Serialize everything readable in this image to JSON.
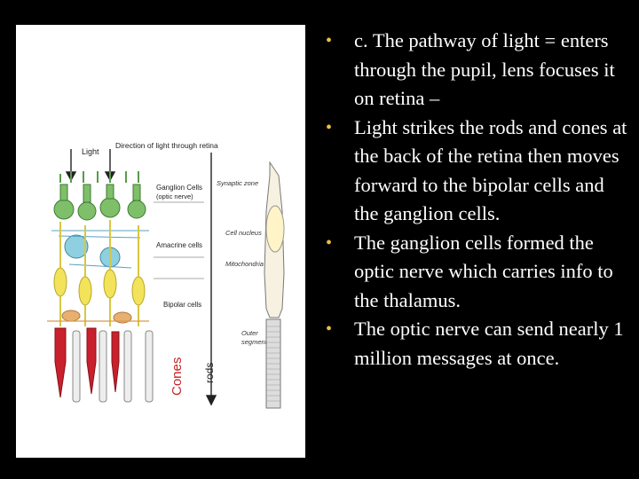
{
  "slide": {
    "bullets": [
      "c.  The pathway of light = enters through the pupil, lens focuses it on retina –",
      "Light strikes the rods and cones at the back of the retina then moves forward to the bipolar cells and the ganglion cells.",
      "The ganglion cells formed the optic nerve which carries info to the thalamus.",
      "The optic nerve can send nearly 1 million messages at once."
    ]
  },
  "diagram": {
    "labels": {
      "light": "Light",
      "direction": "Direction of light through retina",
      "ganglion": "Ganglion Cells",
      "optic_nerve": "(optic nerve)",
      "amacrine": "Amacrine cells",
      "bipolar": "Bipolar cells",
      "synaptic": "Synaptic zone",
      "nucleus": "Cell nucleus",
      "mitochondria": "Mitochondria",
      "outer": "Outer",
      "segment": "segment",
      "cones": "Cones",
      "rods": "rods"
    },
    "colors": {
      "ganglion": "#7fbf6a",
      "amacrine": "#8fd0e0",
      "bipolar": "#f2e35a",
      "horizontal": "#e8b070",
      "cone": "#c8202c",
      "arrow": "#222222"
    }
  }
}
